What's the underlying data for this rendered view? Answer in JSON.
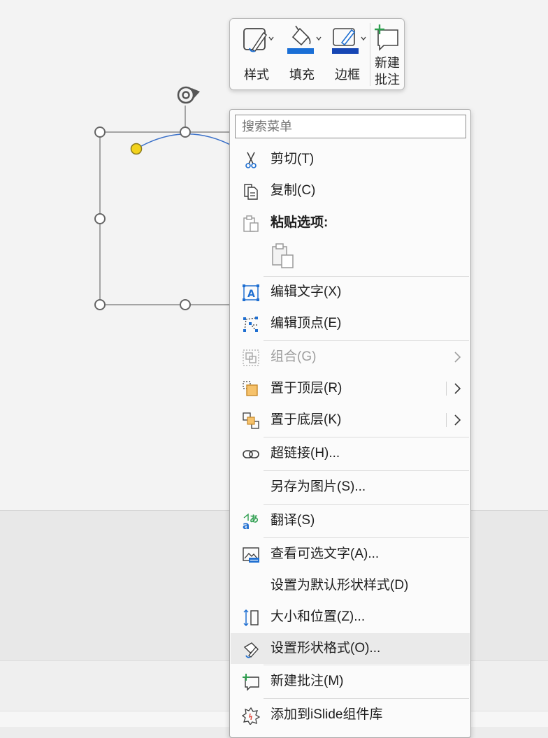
{
  "mini_toolbar": {
    "style_label": "样式",
    "fill_label": "填充",
    "border_label": "边框",
    "new_comment_line1": "新建",
    "new_comment_line2": "批注",
    "fill_color": "#1a6fd6",
    "border_color": "#1646b4",
    "comment_accent": "#2e9e4f"
  },
  "context_menu": {
    "search_placeholder": "搜索菜单",
    "items": {
      "cut": "剪切(T)",
      "copy": "复制(C)",
      "paste_options": "粘贴选项:",
      "edit_text": "编辑文字(X)",
      "edit_points": "编辑顶点(E)",
      "group": "组合(G)",
      "bring_to_front": "置于顶层(R)",
      "send_to_back": "置于底层(K)",
      "hyperlink": "超链接(H)...",
      "save_as_picture": "另存为图片(S)...",
      "translate": "翻译(S)",
      "alt_text": "查看可选文字(A)...",
      "set_default_shape": "设置为默认形状样式(D)",
      "size_position": "大小和位置(Z)...",
      "format_shape": "设置形状格式(O)...",
      "new_comment": "新建批注(M)",
      "add_to_islide": "添加到iSlide组件库"
    }
  },
  "colors": {
    "accent_blue": "#1f6fd1",
    "handle_yellow": "#f2d21b",
    "shape_outline": "#3a70c9"
  }
}
